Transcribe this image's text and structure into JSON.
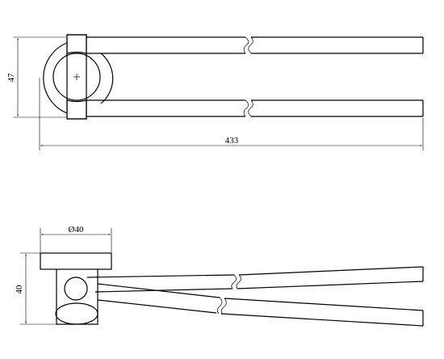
{
  "drawing": {
    "top_view": {
      "height_dimension": "47",
      "length_dimension": "433"
    },
    "side_view": {
      "diameter_dimension": "Ø40",
      "height_dimension": "40"
    }
  },
  "colors": {
    "line": "#000000",
    "background": "#ffffff"
  }
}
